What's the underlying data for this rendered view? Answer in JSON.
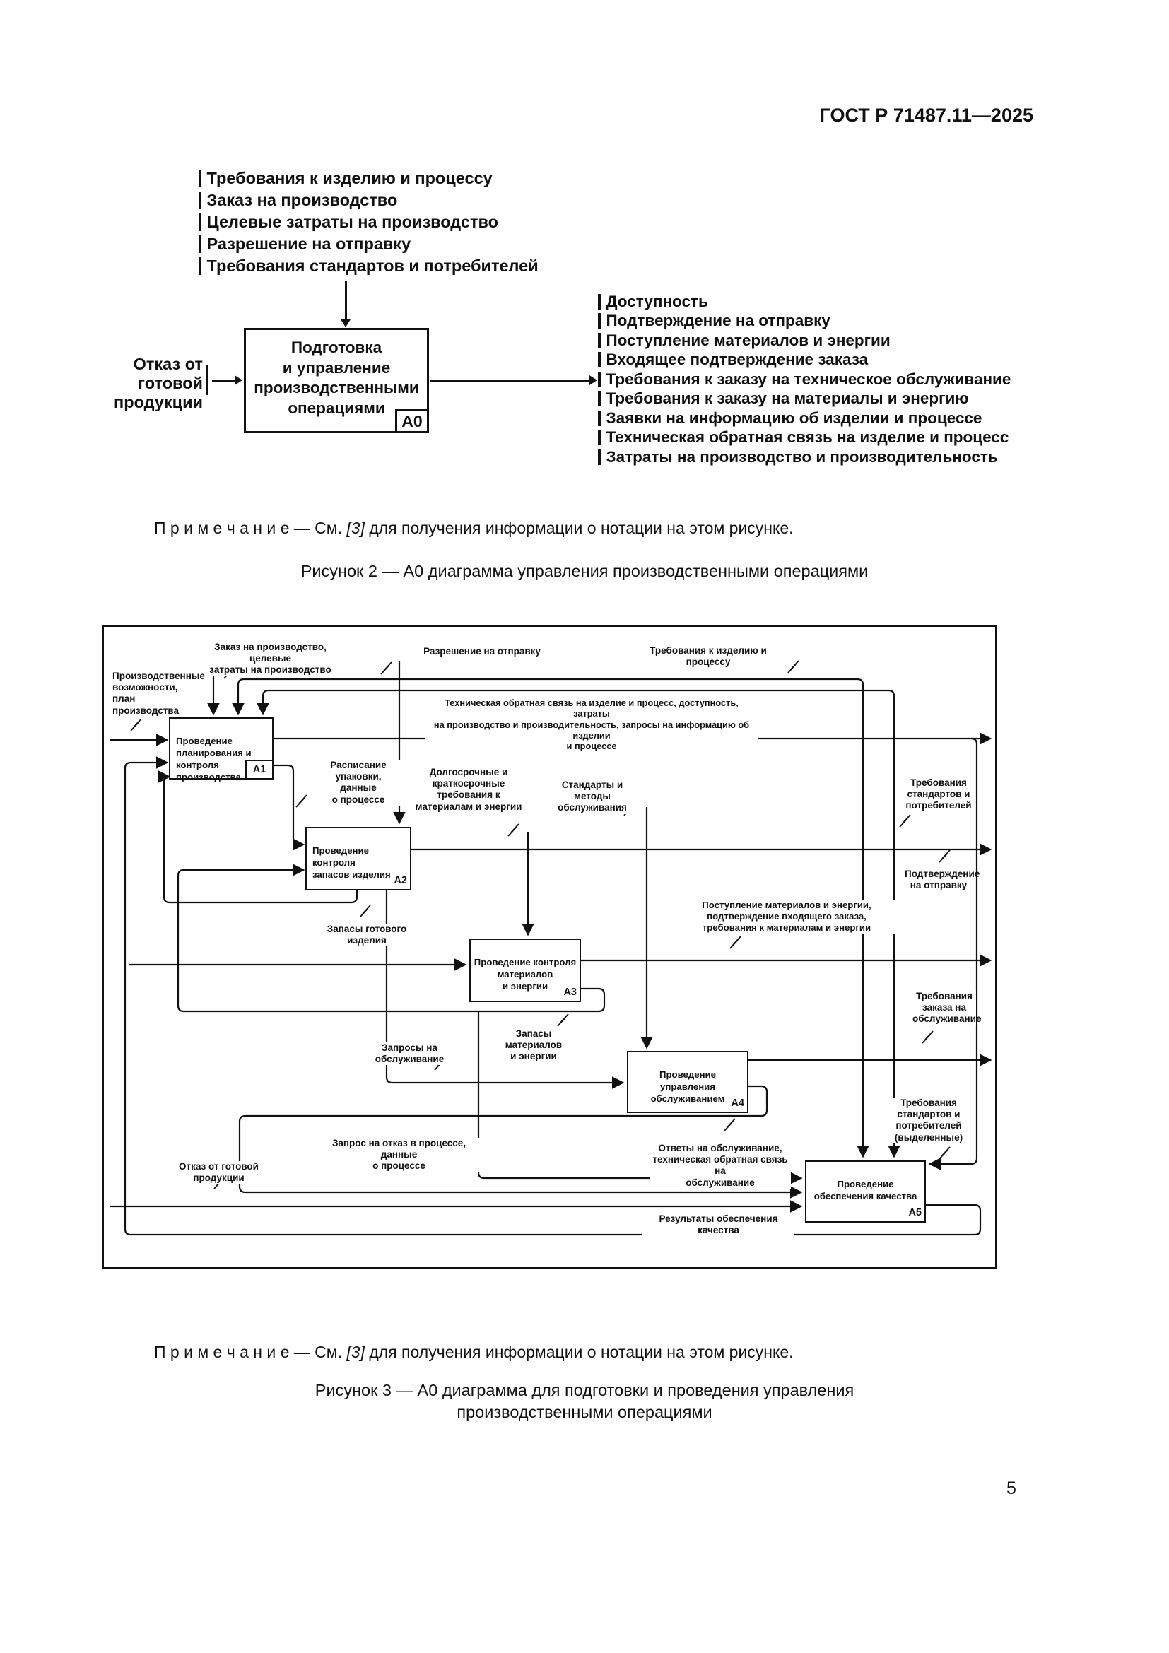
{
  "header": {
    "title": "ГОСТ Р 71487.11—2025"
  },
  "footer": {
    "page_number": "5"
  },
  "fig2": {
    "controls": [
      "Требования к изделию и процессу",
      "Заказ на производство",
      "Целевые затраты на производство",
      "Разрешение на отправку",
      "Требования стандартов и потребителей"
    ],
    "input_label": "Отказ от готовой\nпродукции",
    "box": {
      "title": "Подготовка\nи управление\nпроизводственными\nоперациями",
      "tag": "A0"
    },
    "outputs": [
      "Доступность",
      "Подтверждение на отправку",
      "Поступление материалов и энергии",
      "Входящее подтверждение заказа",
      "Требования к заказу на техническое обслуживание",
      "Требования к заказу на материалы и энергию",
      "Заявки на информацию об изделии и процессе",
      "Техническая обратная связь на изделие и процесс",
      "Затраты на производство и производительность"
    ],
    "note": {
      "prefix": "П р и м е ч а н и е   — См. ",
      "ref": "[3]",
      "suffix": " для получения информации о нотации на этом рисунке."
    },
    "caption": "Рисунок 2 — А0 диаграмма управления производственными операциями"
  },
  "fig3": {
    "boxes": [
      {
        "title": "Проведение\nпланирования и\nконтроля производства",
        "tag": "A1"
      },
      {
        "title": "Проведение контроля\nзапасов изделия",
        "tag": "A2"
      },
      {
        "title": "Проведение контроля\nматериалов\nи энергии",
        "tag": "A3"
      },
      {
        "title": "Проведение управления\nобслуживанием",
        "tag": "A4"
      },
      {
        "title": "Проведение\nобеспечения качества",
        "tag": "A5"
      }
    ],
    "labels": [
      {
        "text": "Заказ на производство, целевые\nзатраты на производство"
      },
      {
        "text": "Разрешение на отправку"
      },
      {
        "text": "Требования к изделию и процессу"
      },
      {
        "text": "Производственные\nвозможности, план\nпроизводства"
      },
      {
        "text": "Техническая обратная связь на изделие и процесс, доступность, затраты\nна производство и производительность, запросы на информацию об изделии\nи процессе"
      },
      {
        "text": "Расписание\nупаковки, данные\nо процессе"
      },
      {
        "text": "Долгосрочные и\nкраткосрочные\nтребования к\nматериалам и энергии"
      },
      {
        "text": "Стандарты и методы\nобслуживания"
      },
      {
        "text": "Требования\nстандартов и\nпотребителей"
      },
      {
        "text": "Подтверждение\nна отправку"
      },
      {
        "text": "Запасы готового изделия"
      },
      {
        "text": "Поступление материалов и энергии,\nподтверждение входящего заказа,\nтребования к материалам и энергии"
      },
      {
        "text": "Запасы материалов\nи энергии"
      },
      {
        "text": "Запросы на обслуживание"
      },
      {
        "text": "Требования\nзаказа на\nобслуживание"
      },
      {
        "text": "Требования\nстандартов и\nпотребителей\n(выделенные)"
      },
      {
        "text": "Ответы на обслуживание,\nтехническая обратная связь на\nобслуживание"
      },
      {
        "text": "Запрос на отказ в процессе, данные\nо процессе"
      },
      {
        "text": "Отказ от готовой продукции"
      },
      {
        "text": "Результаты обеспечения качества"
      }
    ],
    "note": {
      "prefix": "П р и м е ч а н и е   — См. ",
      "ref": "[3]",
      "suffix": " для получения информации о нотации на этом рисунке."
    },
    "caption": "Рисунок 3 — А0 диаграмма для подготовки и проведения управления\nпроизводственными операциями"
  }
}
